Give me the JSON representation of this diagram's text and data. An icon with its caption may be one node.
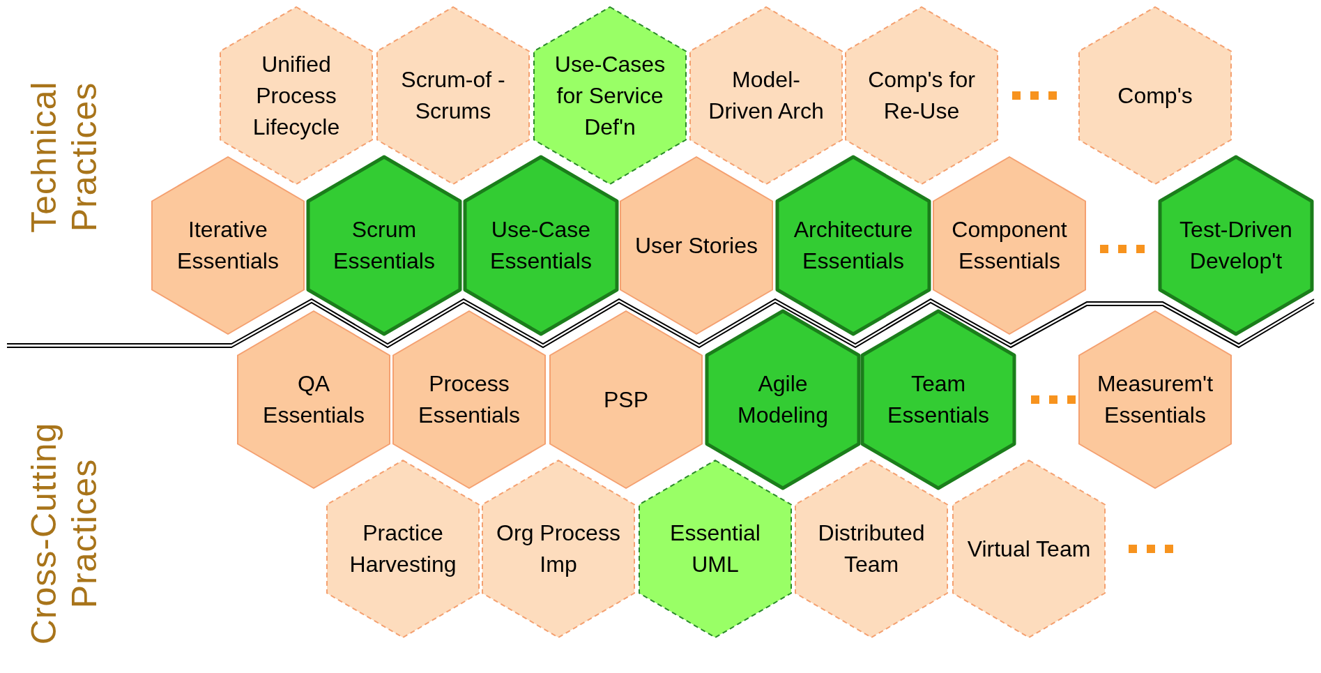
{
  "diagram": {
    "nodes": [
      {
        "text": [
          "Unified Process Lifecycle"
        ]
      },
      {
        "text": [
          "Scrum-of -Scrums"
        ]
      },
      {
        "text": [
          "Use-Cases for Service Def'n"
        ]
      },
      {
        "text": [
          "Model-Driven Arch"
        ]
      },
      {
        "text": [
          "Comp's for Re-Use"
        ]
      },
      {
        "text": [
          "Comp's"
        ]
      },
      {
        "text": [
          "Iterative Essentials"
        ]
      },
      {
        "text": [
          "Scrum Essentials"
        ]
      },
      {
        "text": [
          "Use-Case Essentials"
        ]
      },
      {
        "text": [
          "User Stories"
        ]
      },
      {
        "text": [
          "Architecture Essentials"
        ]
      },
      {
        "text": [
          "Component Essentials"
        ]
      },
      {
        "text": [
          "Test-Driven Develop't"
        ]
      },
      {
        "text": [
          "QA Essentials"
        ]
      },
      {
        "text": [
          "Process Essentials"
        ]
      },
      {
        "text": [
          "PSP"
        ]
      },
      {
        "text": [
          "Agile Modeling"
        ]
      },
      {
        "text": [
          "Team Essentials"
        ]
      },
      {
        "text": [
          "Measurem't Essentials"
        ]
      },
      {
        "text": [
          "Practice Harvesting"
        ]
      },
      {
        "text": [
          "Org Process Imp"
        ]
      },
      {
        "text": [
          "Essential UML"
        ]
      },
      {
        "text": [
          "Distributed Team"
        ]
      },
      {
        "text": [
          "Virtual Team"
        ]
      }
    ],
    "labels": [
      "Technical Practices",
      "Cross-Cutting Practices"
    ]
  }
}
